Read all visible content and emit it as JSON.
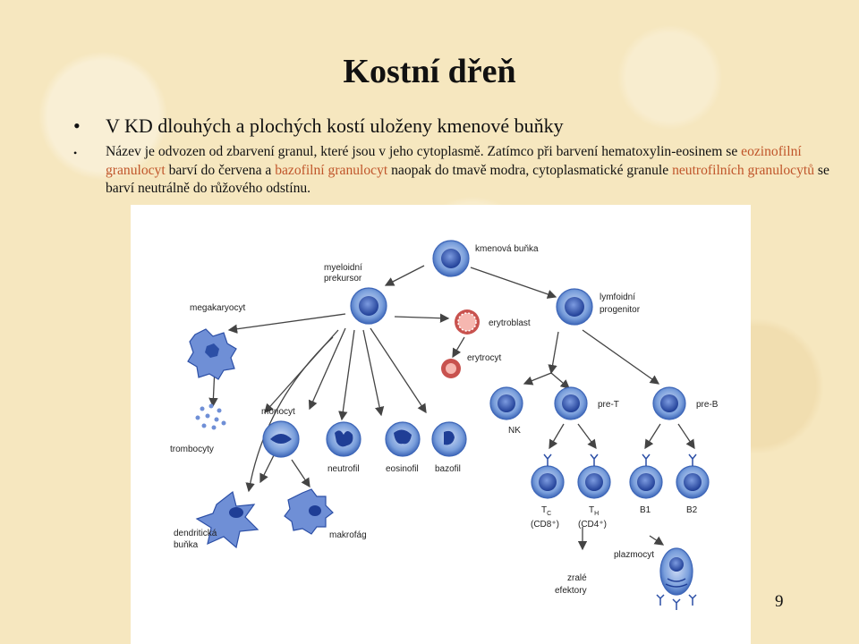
{
  "slide": {
    "title": "Kostní dřeň",
    "page_number": "9",
    "bullets": [
      {
        "text": "V KD dlouhých a plochých kostí uloženy kmenové buňky"
      },
      {
        "part1": "Název je odvozen od zbarvení granul, které jsou v jeho cytoplasmě. Zatímco při barvení hematoxylin-eosinem se ",
        "hl1": "eozinofilní granulocyt",
        "part2": " barví do červena a ",
        "hl2": "bazofilní granulocyt",
        "part3": " naopak do tmavě modra, cytoplasmatické granule ",
        "hl3": "neutrofilních granulocytů",
        "part4": " se barví neutrálně do růžového odstínu."
      }
    ]
  },
  "diagram": {
    "labels": {
      "kmenova": "kmenová buňka",
      "myeloid1": "myeloidní",
      "myeloid2": "prekursor",
      "lymfoid1": "lymfoidní",
      "lymfoid2": "progenitor",
      "megakaryocyt": "megakaryocyt",
      "erytroblast": "erytroblast",
      "erytrocyt": "erytrocyt",
      "trombocyty": "trombocyty",
      "monocyt": "monocyt",
      "neutrofil": "neutrofil",
      "eosinofil": "eosinofil",
      "bazofil": "bazofil",
      "nk": "NK",
      "preT": "pre-T",
      "preB": "pre-B",
      "dendriticka1": "dendritická",
      "dendriticka2": "buňka",
      "makrofag": "makrofág",
      "tc": "T",
      "tc_sub": "C",
      "tc_cd": "(CD8⁺)",
      "th": "T",
      "th_sub": "H",
      "th_cd": "(CD4⁺)",
      "b1": "B1",
      "b2": "B2",
      "plazmocyt": "plazmocyt",
      "zrale1": "zralé",
      "zrale2": "efektory"
    },
    "colors": {
      "cell_outer": "#4a78c8",
      "cell_inner": "#2c4fa6",
      "ery_outer": "#c8524e",
      "ery_inner": "#f6b7b0",
      "arrow": "#444444",
      "highlight_text": "#c0552a"
    }
  }
}
